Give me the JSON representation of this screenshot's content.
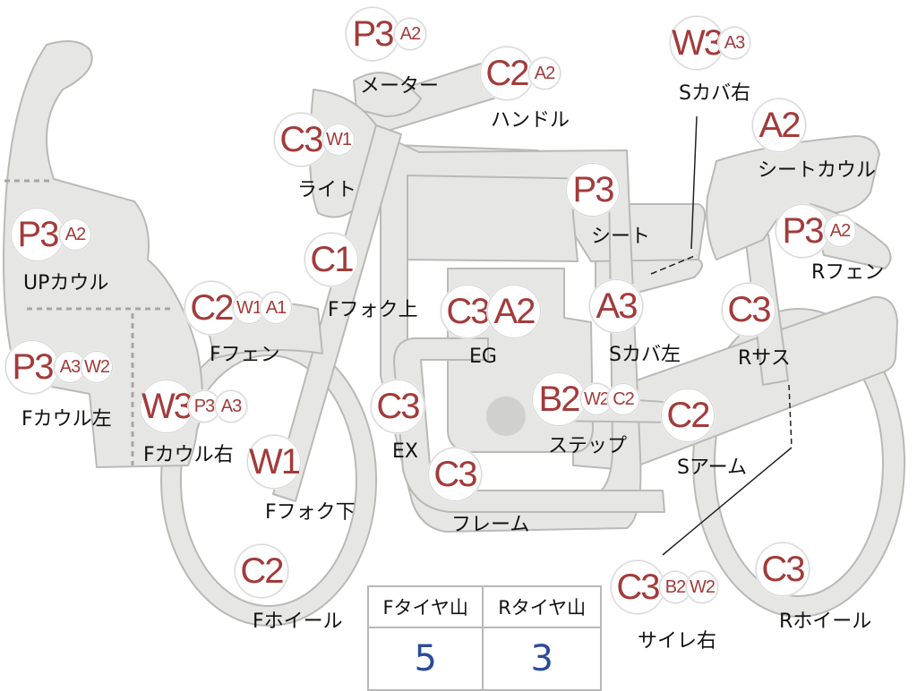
{
  "colors": {
    "shape_fill": "#e6e6e4",
    "shape_stroke": "#b9b9b7",
    "code_text": "#a33a3a",
    "label_text": "#111111",
    "table_value": "#2a4a9a"
  },
  "parts": [
    {
      "id": "meter",
      "label": "メーター",
      "codes": [
        "P3",
        "A2"
      ]
    },
    {
      "id": "handle",
      "label": "ハンドル",
      "codes": [
        "C2",
        "A2"
      ]
    },
    {
      "id": "seat-cover-right",
      "label": "Sカバ右",
      "codes": [
        "W3",
        "A3"
      ]
    },
    {
      "id": "seat-cowl",
      "label": "シートカウル",
      "codes": [
        "A2"
      ]
    },
    {
      "id": "light",
      "label": "ライト",
      "codes": [
        "C3",
        "W1"
      ]
    },
    {
      "id": "seat",
      "label": "シート",
      "codes": [
        "P3"
      ]
    },
    {
      "id": "rear-fender",
      "label": "Rフェン",
      "codes": [
        "P3",
        "A2"
      ]
    },
    {
      "id": "up-cowl",
      "label": "UPカウル",
      "codes": [
        "P3",
        "A2"
      ]
    },
    {
      "id": "front-fork-upper",
      "label": "Fフォク上",
      "codes": [
        "C1"
      ]
    },
    {
      "id": "engine",
      "label": "EG",
      "codes": [
        "C3",
        "A2"
      ]
    },
    {
      "id": "seat-cover-left",
      "label": "Sカバ左",
      "codes": [
        "A3"
      ]
    },
    {
      "id": "rear-suspension",
      "label": "Rサス",
      "codes": [
        "C3"
      ]
    },
    {
      "id": "front-fender",
      "label": "Fフェン",
      "codes": [
        "C2",
        "W1",
        "A1"
      ]
    },
    {
      "id": "front-cowl-left",
      "label": "Fカウル左",
      "codes": [
        "P3",
        "A3",
        "W2"
      ]
    },
    {
      "id": "front-cowl-right",
      "label": "Fカウル右",
      "codes": [
        "W3",
        "P3",
        "A3"
      ]
    },
    {
      "id": "exhaust",
      "label": "EX",
      "codes": [
        "C3"
      ]
    },
    {
      "id": "step",
      "label": "ステップ",
      "codes": [
        "B2",
        "W2",
        "C2"
      ]
    },
    {
      "id": "swing-arm",
      "label": "Sアーム",
      "codes": [
        "C2"
      ]
    },
    {
      "id": "front-fork-lower",
      "label": "Fフォク下",
      "codes": [
        "W1"
      ]
    },
    {
      "id": "frame",
      "label": "フレーム",
      "codes": [
        "C3"
      ]
    },
    {
      "id": "front-wheel",
      "label": "Fホイール",
      "codes": [
        "C2"
      ]
    },
    {
      "id": "silencer-right",
      "label": "サイレ右",
      "codes": [
        "C3",
        "B2",
        "W2"
      ]
    },
    {
      "id": "rear-wheel",
      "label": "Rホイール",
      "codes": [
        "C3"
      ]
    }
  ],
  "tire_table": {
    "front_header": "Fタイヤ山",
    "rear_header": "Rタイヤ山",
    "front_value": "5",
    "rear_value": "3"
  }
}
